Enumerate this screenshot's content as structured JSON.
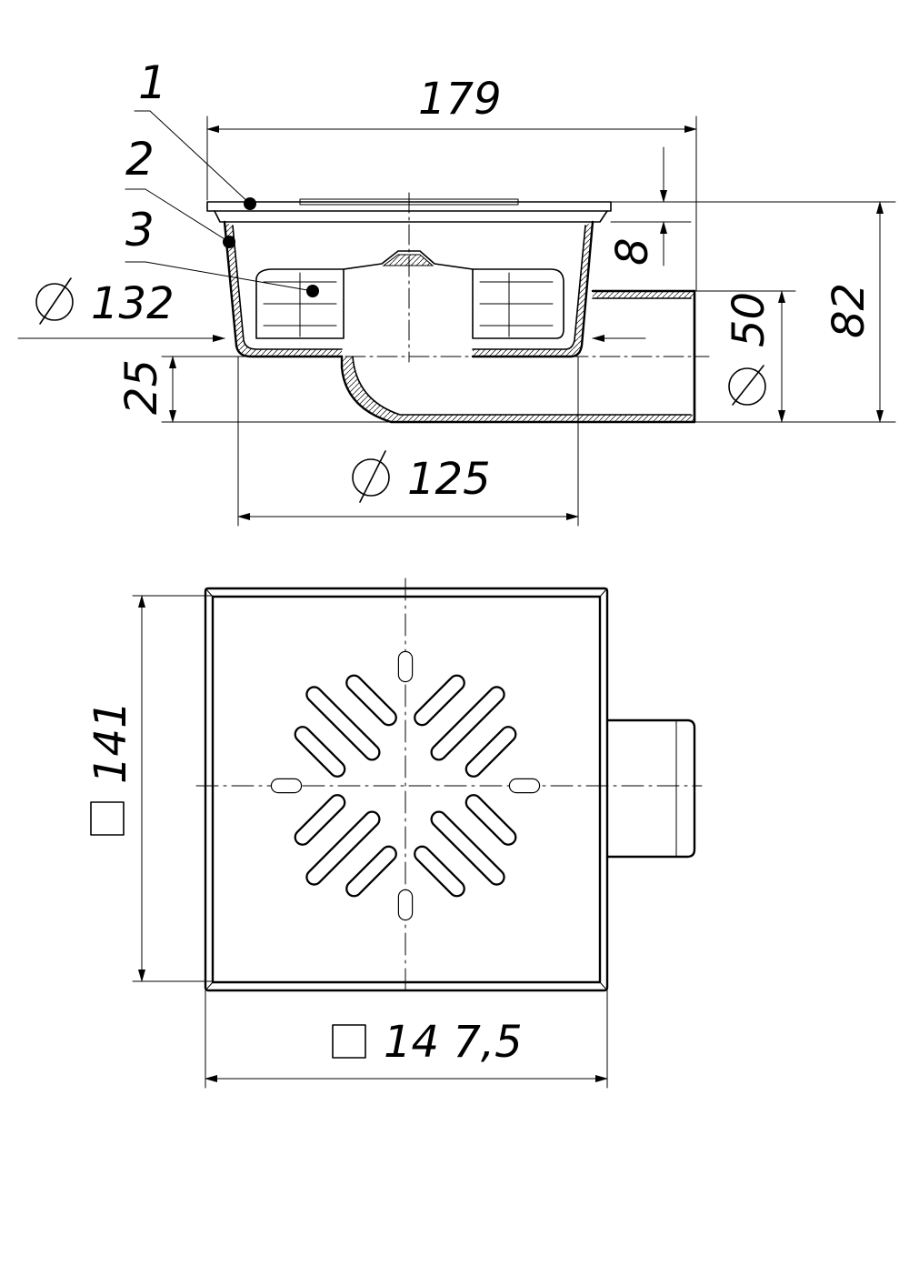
{
  "drawing": {
    "side_view": {
      "dimensions": {
        "overall_width": "179",
        "grate_height": "8",
        "total_height": "82",
        "outlet_diameter": "50",
        "inner_diameter": "132",
        "outlet_height": "25",
        "body_diameter": "125",
        "diameter_symbol": "⌀"
      },
      "leaders": [
        "1",
        "2",
        "3"
      ]
    },
    "plan_view": {
      "dimensions": {
        "inner_square": "141",
        "outer_square": "14 7,5",
        "square_symbol": "□"
      }
    }
  }
}
